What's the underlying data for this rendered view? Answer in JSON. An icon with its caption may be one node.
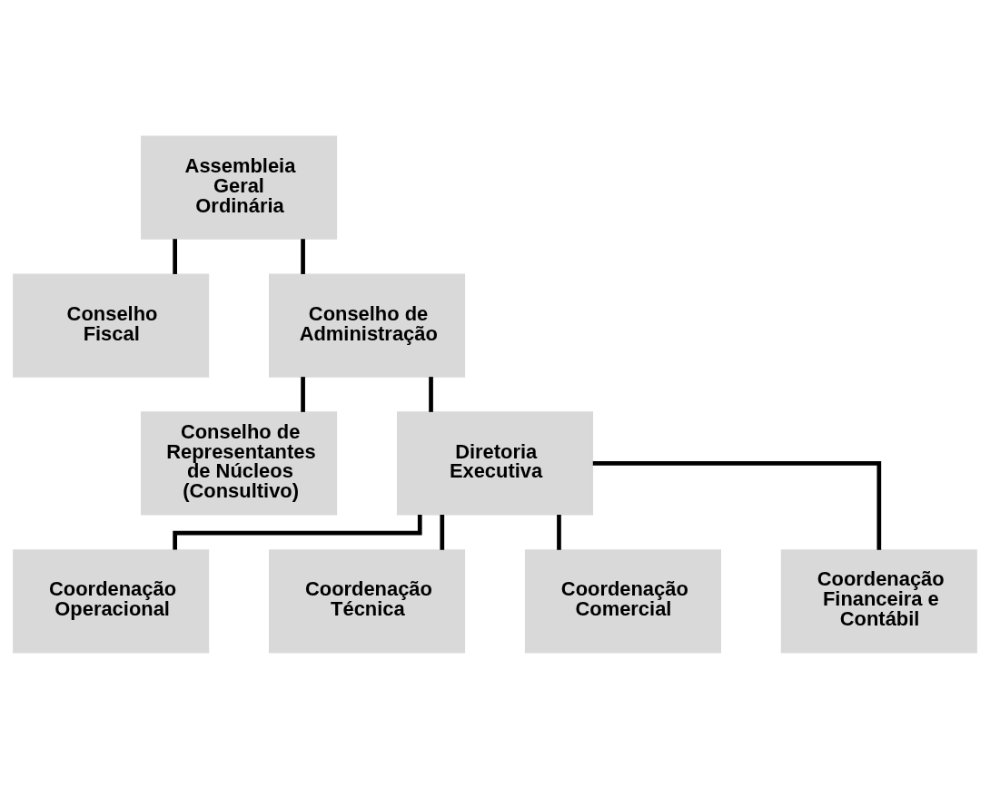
{
  "diagram": {
    "nodes": [
      {
        "text": [
          "Assembleia Geral Ordinária"
        ]
      },
      {
        "text": [
          "Conselho Fiscal"
        ]
      },
      {
        "text": [
          "Conselho de Administração"
        ]
      },
      {
        "text": [
          "Conselho de Representantes de Núcleos (Consultivo)"
        ]
      },
      {
        "text": [
          "Diretoria Executiva"
        ]
      },
      {
        "text": [
          "Coordenação Operacional"
        ]
      },
      {
        "text": [
          "Coordenação Técnica"
        ]
      },
      {
        "text": [
          "Coordenação Comercial"
        ]
      },
      {
        "text": [
          "Coordenação Financeira e Contábil"
        ]
      }
    ],
    "edges": [
      {
        "from": 0,
        "to": 1,
        "arrow": "none"
      },
      {
        "from": 0,
        "to": 2,
        "arrow": "none"
      },
      {
        "from": 2,
        "to": 3,
        "arrow": "none"
      },
      {
        "from": 2,
        "to": 4,
        "arrow": "none"
      },
      {
        "from": 4,
        "to": 5,
        "arrow": "none"
      },
      {
        "from": 4,
        "to": 6,
        "arrow": "none"
      },
      {
        "from": 4,
        "to": 7,
        "arrow": "none"
      },
      {
        "from": 4,
        "to": 8,
        "arrow": "none"
      }
    ]
  }
}
